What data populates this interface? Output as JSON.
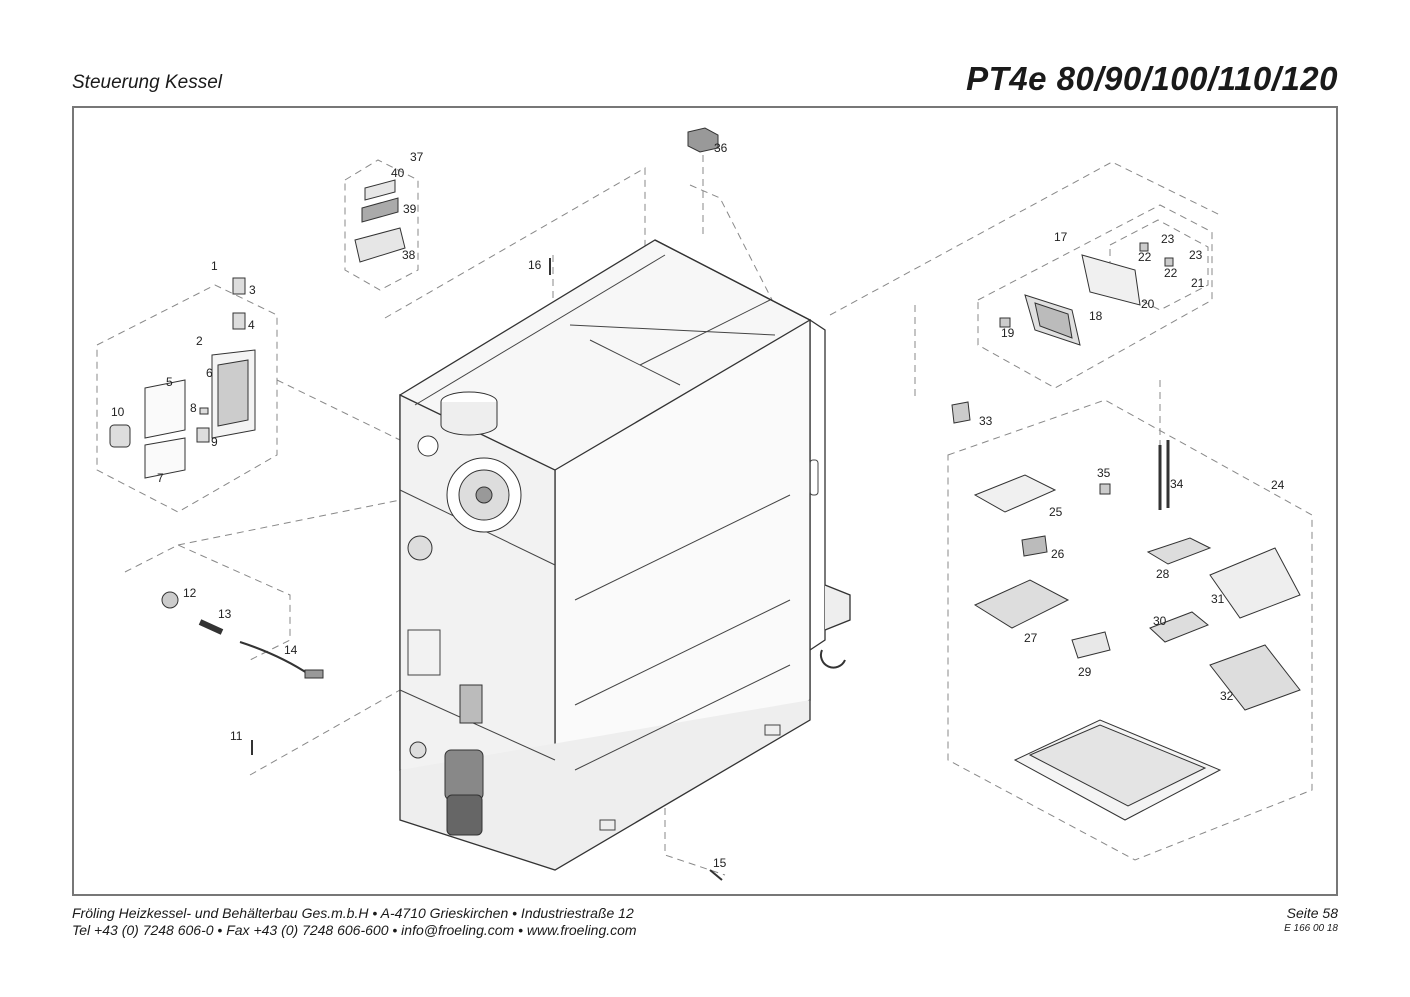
{
  "header": {
    "subtitle": "Steuerung Kessel",
    "model": "PT4e 80/90/100/110/120"
  },
  "part_labels": [
    "1",
    "2",
    "3",
    "4",
    "5",
    "6",
    "7",
    "8",
    "9",
    "10",
    "11",
    "12",
    "13",
    "14",
    "15",
    "16",
    "17",
    "18",
    "19",
    "20",
    "21",
    "22",
    "22",
    "23",
    "23",
    "24",
    "25",
    "26",
    "27",
    "28",
    "29",
    "30",
    "31",
    "32",
    "33",
    "34",
    "35",
    "36",
    "37",
    "38",
    "39",
    "40"
  ],
  "footer": {
    "line1": "Fröling Heizkessel- und Behälterbau Ges.m.b.H  •  A-4710 Grieskirchen  •  Industriestraße 12",
    "line2": "Tel +43 (0) 7248 606-0  •  Fax +43 (0) 7248 606-600  •  info@froeling.com  •  www.froeling.com",
    "page": "Seite 58",
    "doc_number": "E 166 00 18"
  }
}
